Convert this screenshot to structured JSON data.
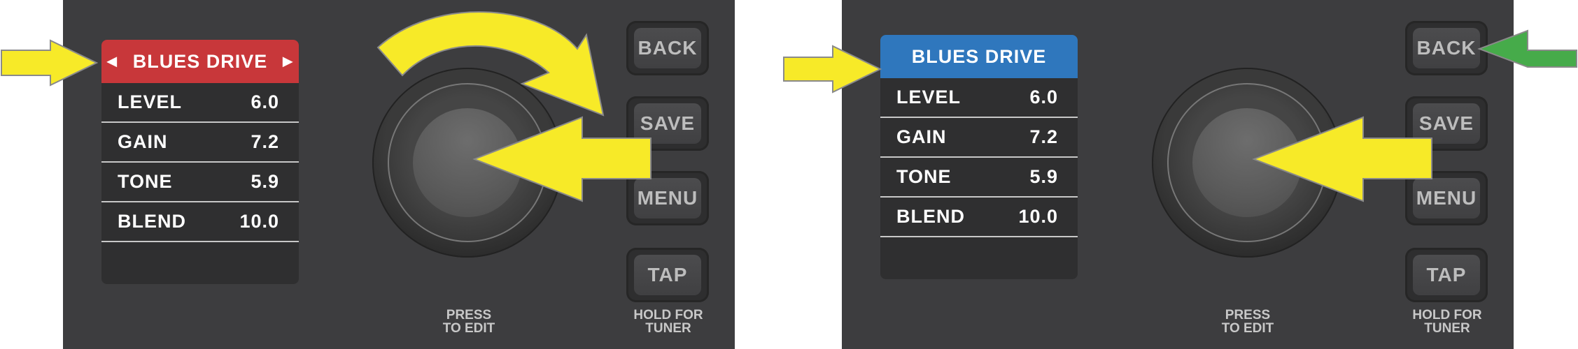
{
  "panels": [
    {
      "screen": {
        "title": "BLUES DRIVE",
        "header_color": "#c8373a",
        "left_indicator": "◀",
        "right_indicator": "▶",
        "rows": [
          {
            "label": "LEVEL",
            "value": "6.0"
          },
          {
            "label": "GAIN",
            "value": "7.2"
          },
          {
            "label": "TONE",
            "value": "5.9"
          },
          {
            "label": "BLEND",
            "value": "10.0"
          }
        ]
      },
      "buttons": {
        "back": "BACK",
        "save": "SAVE",
        "menu": "MENU",
        "tap": "TAP"
      },
      "captions": {
        "press_line1": "PRESS",
        "press_line2": "TO EDIT",
        "hold_line1": "HOLD FOR",
        "hold_line2": "TUNER"
      }
    },
    {
      "screen": {
        "title": "BLUES DRIVE",
        "header_color": "#2f77bd",
        "rows": [
          {
            "label": "LEVEL",
            "value": "6.0"
          },
          {
            "label": "GAIN",
            "value": "7.2"
          },
          {
            "label": "TONE",
            "value": "5.9"
          },
          {
            "label": "BLEND",
            "value": "10.0"
          }
        ]
      },
      "buttons": {
        "back": "BACK",
        "save": "SAVE",
        "menu": "MENU",
        "tap": "TAP"
      },
      "captions": {
        "press_line1": "PRESS",
        "press_line2": "TO EDIT",
        "hold_line1": "HOLD FOR",
        "hold_line2": "TUNER"
      }
    }
  ],
  "annotation_colors": {
    "yellow": "#f7ea28",
    "green": "#46ab4a",
    "outline": "#8a8a8a"
  }
}
